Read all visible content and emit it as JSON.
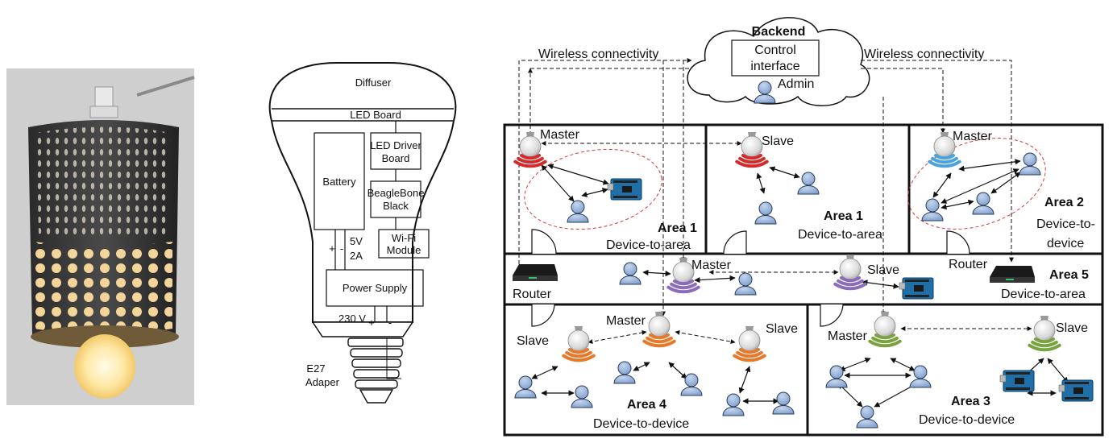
{
  "bulb_schematic": {
    "diffuser": "Diffuser",
    "led_board": "LED Board",
    "battery": "Battery",
    "led_driver_line1": "LED Driver",
    "led_driver_line2": "Board",
    "beaglebone_line1": "BeagleBone",
    "beaglebone_line2": "Black",
    "wifi_line1": "Wi-Fi",
    "wifi_line2": "Module",
    "plus": "+",
    "minus": "-",
    "v5": "5V",
    "a2": "2A",
    "power_supply": "Power Supply",
    "v230": "230 V",
    "e27_line1": "E27",
    "e27_line2": "Adaper"
  },
  "network": {
    "wireless_left": "Wireless connectivity",
    "wireless_right": "Wireless connectivity",
    "backend": "Backend",
    "control_line1": "Control",
    "control_line2": "interface",
    "admin": "Admin",
    "master": "Master",
    "slave": "Slave",
    "router": "Router",
    "areas": [
      {
        "name": "Area 1",
        "mode": "Device-to-area"
      },
      {
        "name": "Area 1",
        "mode": "Device-to-area"
      },
      {
        "name": "Area 2",
        "mode_line1": "Device-to-",
        "mode_line2": "device"
      },
      {
        "name": "Area 5",
        "mode": "Device-to-area"
      },
      {
        "name": "Area 4",
        "mode": "Device-to-device"
      },
      {
        "name": "Area 3",
        "mode": "Device-to-device"
      }
    ]
  },
  "colors": {
    "red_signal": "#d42a2a",
    "blue_signal": "#4aa3df",
    "purple_signal": "#8b6cb8",
    "orange_signal": "#e8782a",
    "green_signal": "#7aa340",
    "person_fill": "#8eadd8",
    "arduino_blue": "#1f6fa8"
  }
}
